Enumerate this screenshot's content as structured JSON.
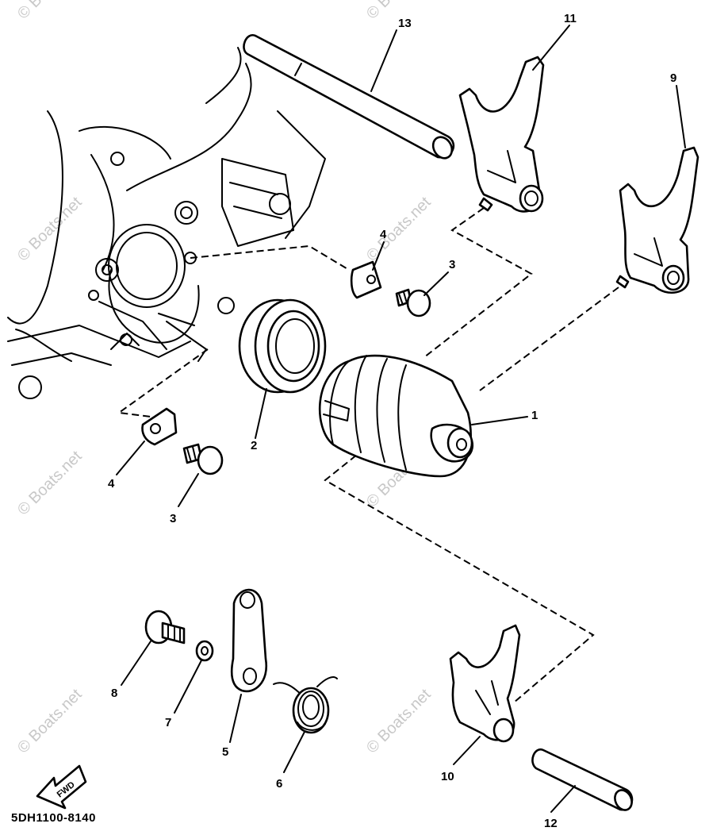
{
  "diagram": {
    "part_code": "5DH1100-8140",
    "fwd_label": "FWD",
    "watermark": "© Boats.net",
    "callouts": [
      {
        "id": "c1",
        "label": "1"
      },
      {
        "id": "c2",
        "label": "2"
      },
      {
        "id": "c3a",
        "label": "3"
      },
      {
        "id": "c3b",
        "label": "3"
      },
      {
        "id": "c4a",
        "label": "4"
      },
      {
        "id": "c4b",
        "label": "4"
      },
      {
        "id": "c5",
        "label": "5"
      },
      {
        "id": "c6",
        "label": "6"
      },
      {
        "id": "c7",
        "label": "7"
      },
      {
        "id": "c8",
        "label": "8"
      },
      {
        "id": "c9",
        "label": "9"
      },
      {
        "id": "c10",
        "label": "10"
      },
      {
        "id": "c11",
        "label": "11"
      },
      {
        "id": "c12",
        "label": "12"
      },
      {
        "id": "c13",
        "label": "13"
      }
    ]
  }
}
